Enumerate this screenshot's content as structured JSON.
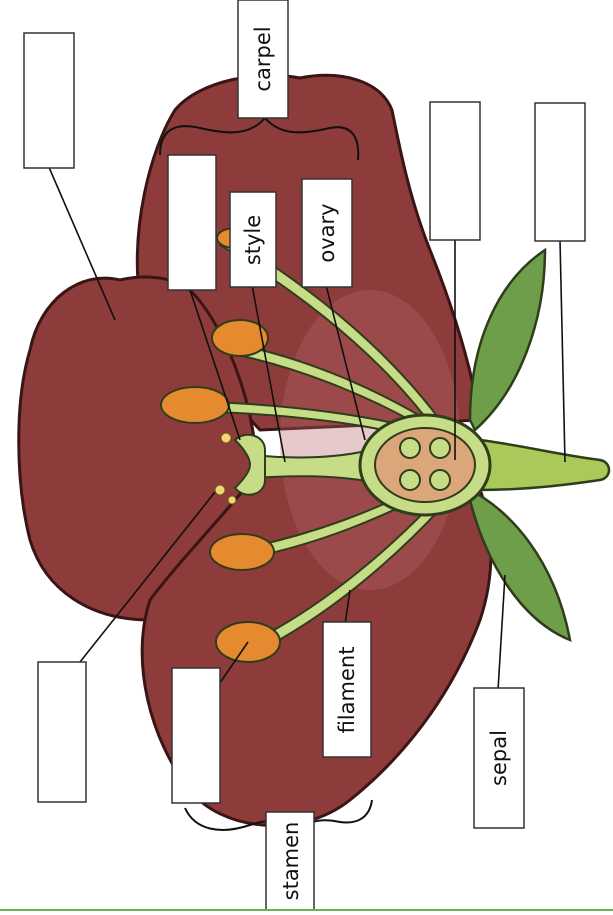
{
  "labels": {
    "carpel": "carpel",
    "style": "style",
    "ovary": "ovary",
    "filament": "filament",
    "stamen": "stamen",
    "sepal": "sepal"
  },
  "colors": {
    "petal": "#8e3b3b",
    "petal_outline": "#3a1515",
    "petal_highlight": "#b5646a",
    "stem": "#a9c95a",
    "leaf": "#6e9e4a",
    "anther": "#e58a2e",
    "ovary_fill": "#dba77a",
    "baseline": "#6ab04c"
  }
}
